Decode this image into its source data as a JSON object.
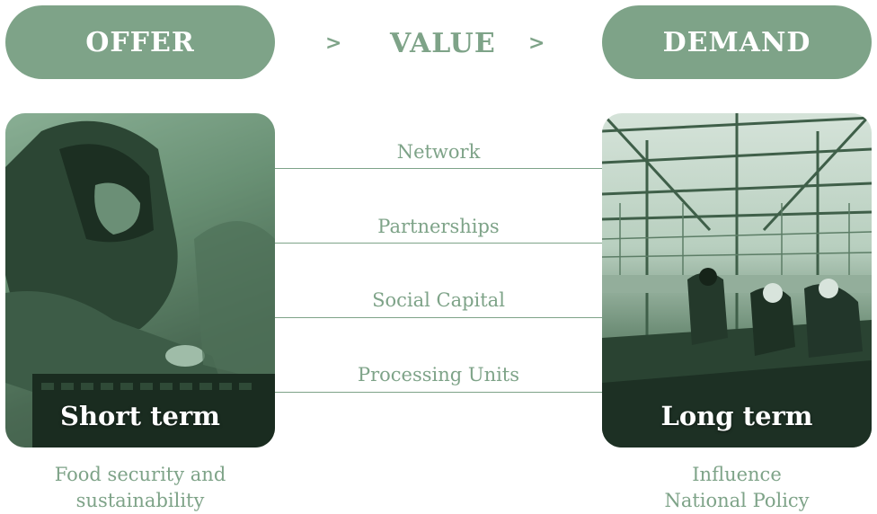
{
  "header": {
    "offer": "OFFER",
    "arrow1": ">",
    "value": "VALUE",
    "arrow2": ">",
    "demand": "DEMAND"
  },
  "left": {
    "label": "Short term",
    "caption_line1": "Food security and",
    "caption_line2": "sustainability"
  },
  "right": {
    "label": "Long term",
    "caption_line1": "Influence",
    "caption_line2": "National Policy"
  },
  "links": [
    "Network",
    "Partnerships",
    "Social Capital",
    "Processing Units"
  ],
  "colors": {
    "accent": "#7ea388",
    "text_on_accent": "#ffffff"
  }
}
